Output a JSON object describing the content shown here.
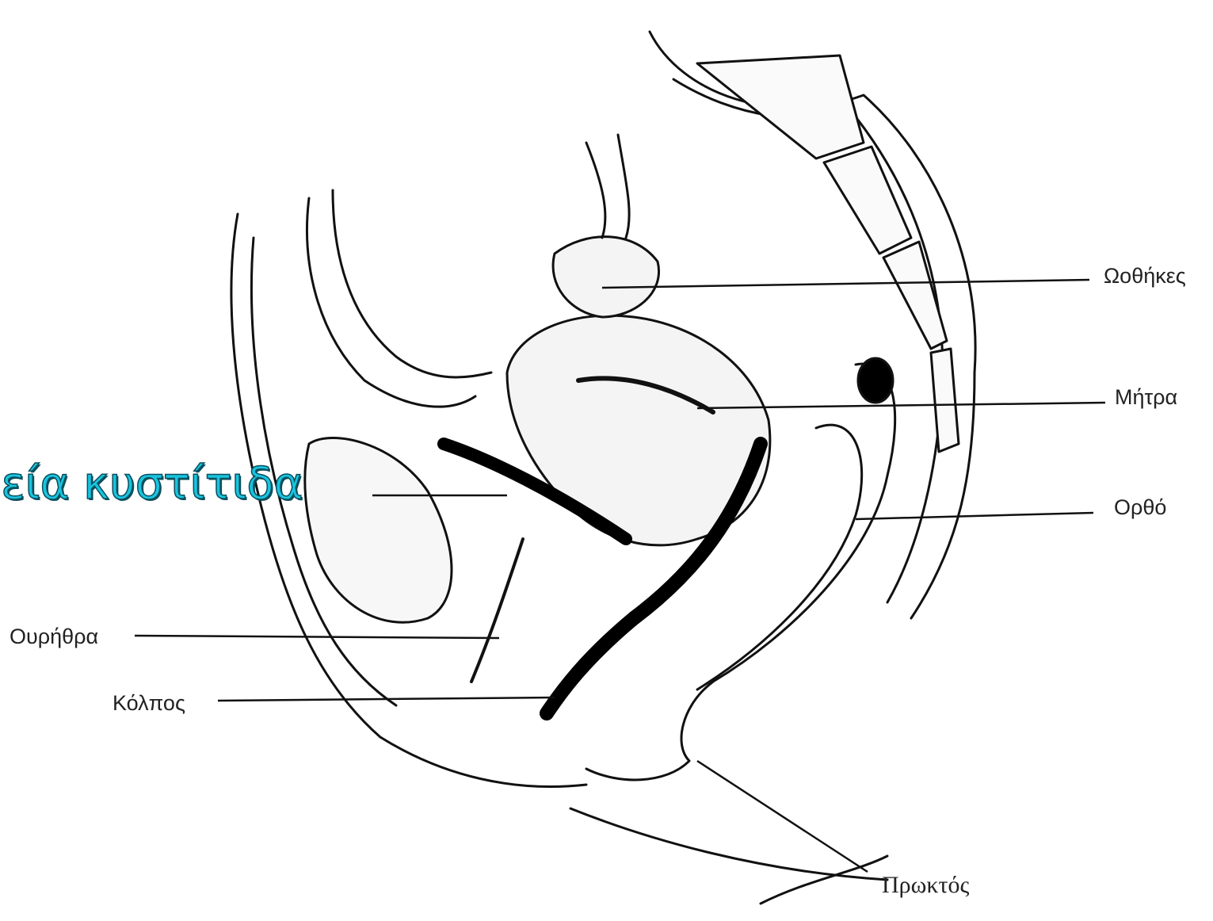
{
  "overlay": {
    "title": "ξεία κυστίτιδα",
    "color": "#18c4e0"
  },
  "labels": {
    "ovaries": "Ωοθήκες",
    "uterus": "Μήτρα",
    "rectum": "Ορθό",
    "urethra": "Ουρήθρα",
    "vagina": "Κόλπος",
    "anus": "Πρωκτός"
  }
}
